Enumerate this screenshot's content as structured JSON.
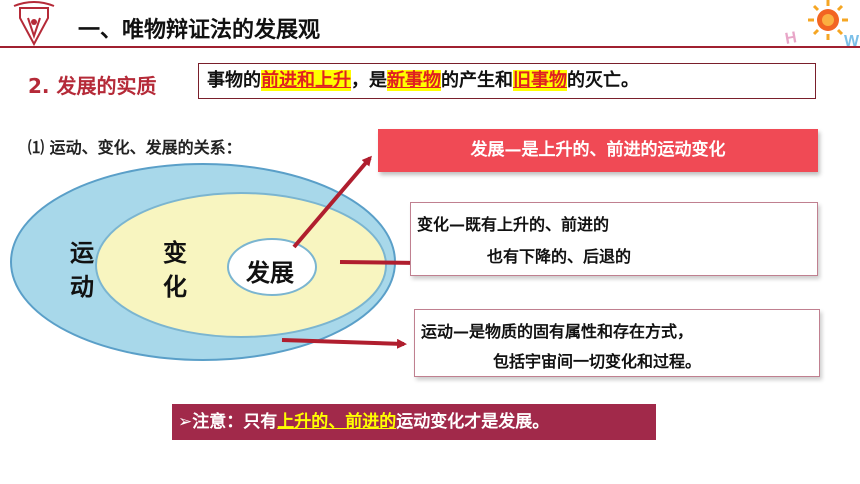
{
  "header": {
    "title": "一、唯物辩证法的发展观"
  },
  "section": {
    "label": "2. 发展的实质",
    "definition": {
      "p1": "事物的",
      "h1": "前进和上升",
      "p2": "，是",
      "h2": "新事物",
      "p3": "的产生和",
      "h3": "旧事物",
      "p4": "的灭亡。"
    }
  },
  "relation": {
    "title": "⑴ 运动、变化、发展的关系："
  },
  "diagram": {
    "outer": {
      "c1": "运",
      "c2": "动"
    },
    "middle": {
      "c1": "变",
      "c2": "化"
    },
    "inner": "发展"
  },
  "boxes": {
    "development": "发展—是上升的、前进的运动变化",
    "change": {
      "line1": "变化—既有上升的、前进的",
      "line2": "也有下降的、后退的"
    },
    "motion": {
      "line1": "运动—是物质的固有属性和存在方式，",
      "line2": "包括宇宙间一切变化和过程。"
    }
  },
  "note": {
    "prefix": "➢注意：只有",
    "highlight": "上升的、前进的",
    "suffix": "运动变化才是发展。"
  },
  "colors": {
    "accent": "#b52a38",
    "highlight_bg": "#ffff00",
    "highlight_text": "#e02020",
    "dev_box": "#f04a55",
    "note_box": "#a1294a",
    "outer_ellipse": "#a8d8ea",
    "middle_ellipse": "#f8f5c0",
    "arrow": "#b01e2e"
  }
}
